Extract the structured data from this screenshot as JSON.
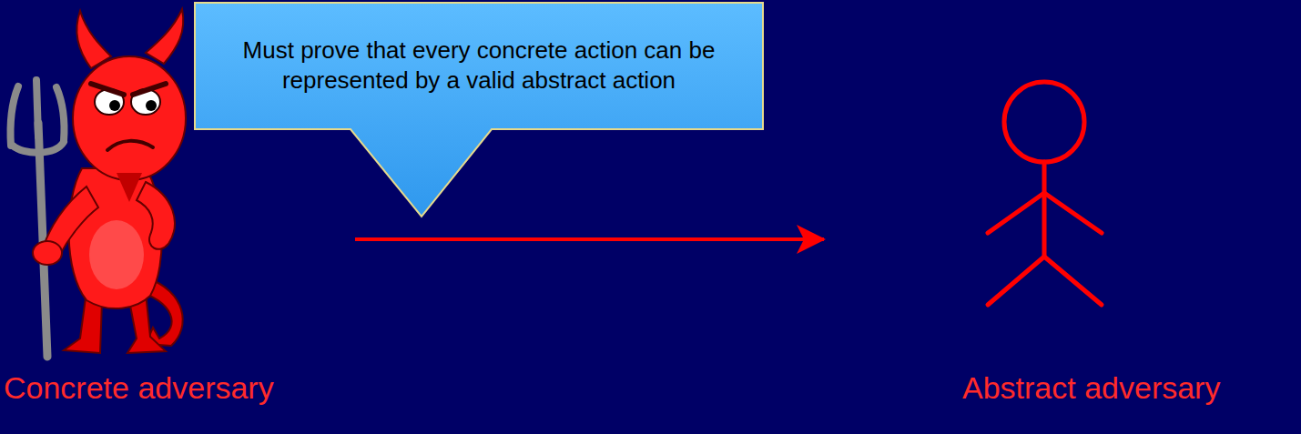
{
  "diagram": {
    "nodes": [
      {
        "text": [
          "Must prove that every concrete action can be represented by a valid abstract action"
        ]
      },
      {
        "text": [
          "Concrete adversary"
        ]
      },
      {
        "text": [
          "Abstract adversary"
        ]
      }
    ],
    "edges": [
      {
        "from": 1,
        "to": 2,
        "arrow": "to"
      }
    ]
  }
}
